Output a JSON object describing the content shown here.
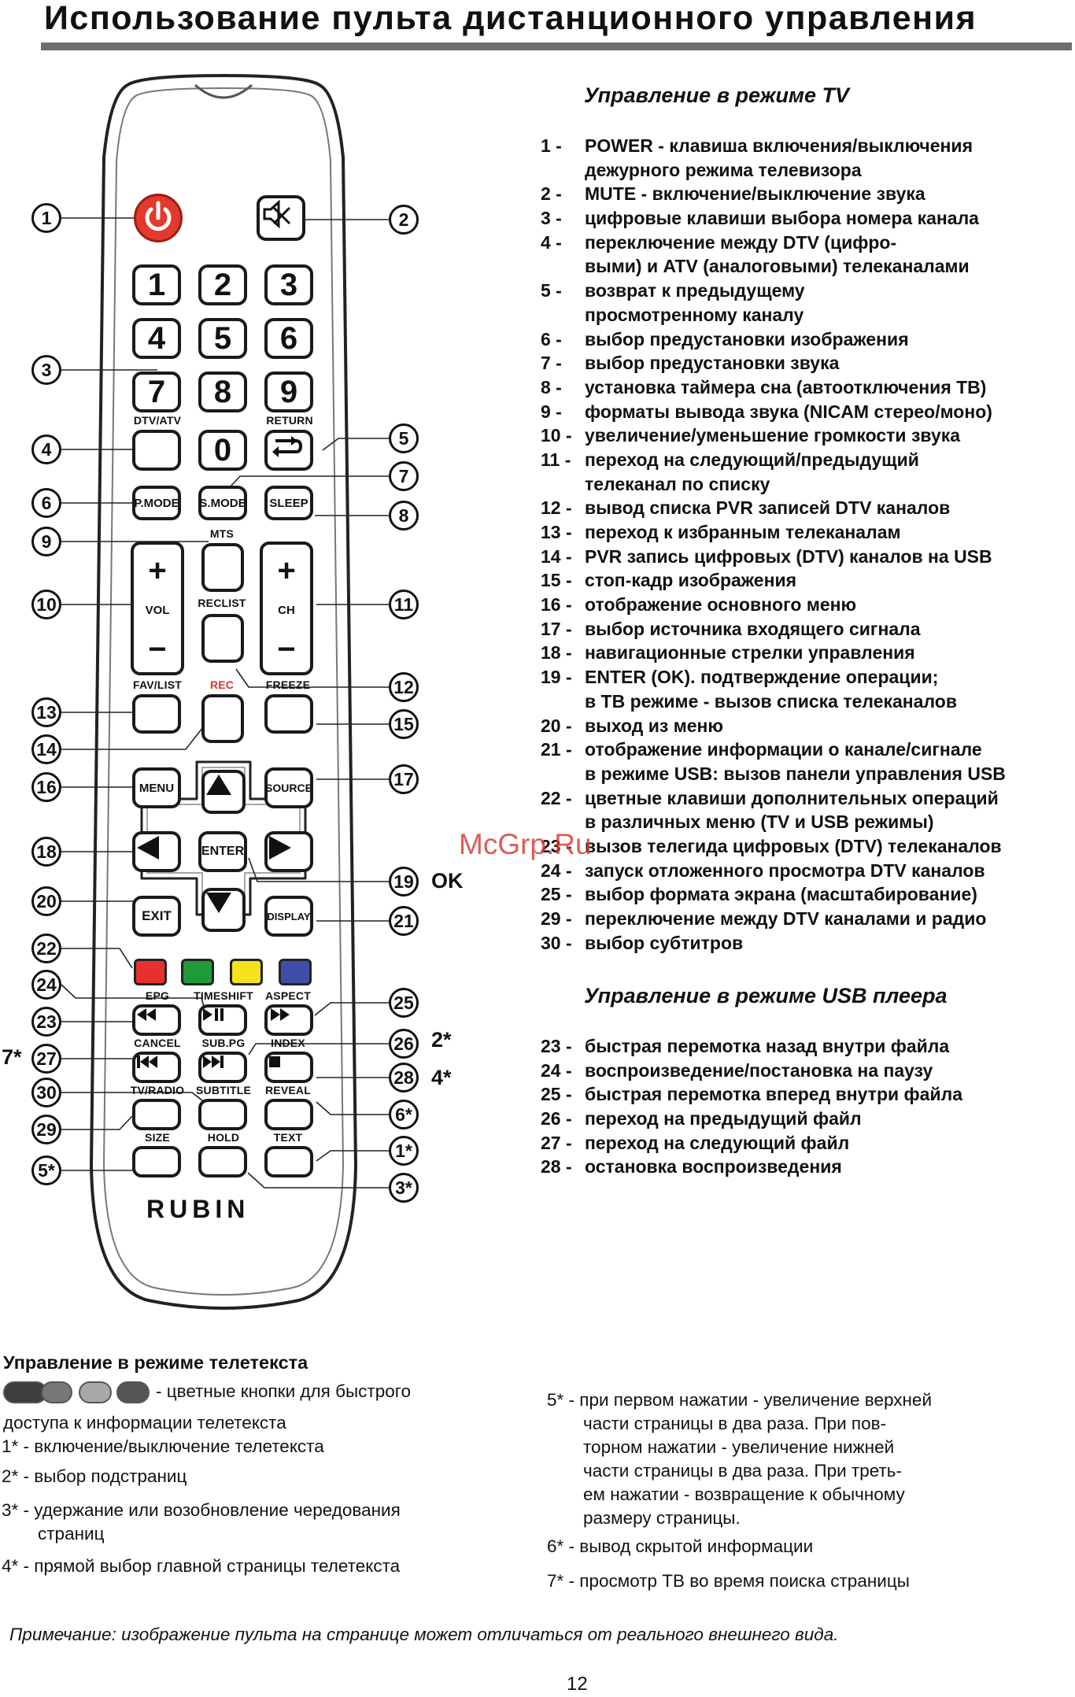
{
  "page": {
    "title": "Использование пульта дистанционного управления",
    "page_number": "12",
    "watermark": "McGrp.Ru",
    "note": "Примечание: изображение пульта на странице может отличаться от реального внешнего вида."
  },
  "remote": {
    "brand": "RUBIN",
    "digits": [
      "1",
      "2",
      "3",
      "4",
      "5",
      "6",
      "7",
      "8",
      "9",
      "0"
    ],
    "labels": {
      "dtv_atv": "DTV/ATV",
      "return": "RETURN",
      "pmode": "P.MODE",
      "smode": "S.MODE",
      "sleep": "SLEEP",
      "mts": "MTS",
      "reclist": "RECLIST",
      "vol": "VOL",
      "ch": "CH",
      "plus": "+",
      "minus": "−",
      "fav_list": "FAV/LIST",
      "rec": "REC",
      "freeze": "FREEZE",
      "menu": "MENU",
      "source": "SOURCE",
      "enter": "ENTER",
      "exit": "EXIT",
      "display": "DISPLAY",
      "epg": "EPG",
      "timeshift": "TIMESHIFT",
      "aspect": "ASPECT",
      "cancel": "CANCEL",
      "subpg": "SUB.PG",
      "index": "INDEX",
      "tv_radio": "TV/RADIO",
      "subtitle": "SUBTITLE",
      "reveal": "REVEAL",
      "size": "SIZE",
      "hold": "HOLD",
      "text": "TEXT"
    },
    "color_keys": [
      "#e8312f",
      "#1f9a3a",
      "#f3e21c",
      "#3f4fa8"
    ],
    "callouts_left": [
      "1",
      "3",
      "4",
      "6",
      "9",
      "10",
      "13",
      "14",
      "16",
      "18",
      "20",
      "22",
      "24",
      "23",
      "27",
      "30",
      "29"
    ],
    "callouts_left_extra": [
      "5*"
    ],
    "callouts_right": [
      "2",
      "5",
      "7",
      "8",
      "11",
      "12",
      "15",
      "17",
      "19",
      "21",
      "25",
      "26",
      "28",
      "6*",
      "1*",
      "3*"
    ],
    "ext_labels": {
      "ok": "OK",
      "two_star": "2*",
      "four_star": "4*",
      "seven_star": "7*"
    }
  },
  "tv_section": {
    "heading": "Управление в режиме TV",
    "items": [
      {
        "num": "1 -",
        "text": "POWER - клавиша включения/выключения"
      },
      {
        "num": "",
        "text": "дежурного режима телевизора"
      },
      {
        "num": "2 -",
        "text": "MUTE - включение/выключение звука"
      },
      {
        "num": "3 -",
        "text": "цифровые клавиши выбора номера канала"
      },
      {
        "num": "4 -",
        "text": "переключение между DTV (цифро-"
      },
      {
        "num": "",
        "text": "выми) и ATV (аналоговыми) телеканалами"
      },
      {
        "num": "5 -",
        "text": "возврат к предыдущему"
      },
      {
        "num": "",
        "text": "просмотренному каналу"
      },
      {
        "num": "6 -",
        "text": "выбор предустановки изображения"
      },
      {
        "num": "7 -",
        "text": "выбор предустановки звука"
      },
      {
        "num": "8 -",
        "text": "установка таймера сна (автоотключения ТВ)"
      },
      {
        "num": "9 -",
        "text": "форматы вывода звука (NICAM стерео/моно)"
      },
      {
        "num": "10 -",
        "text": "увеличение/уменьшение громкости звука"
      },
      {
        "num": "11 -",
        "text": "переход на следующий/предыдущий"
      },
      {
        "num": "",
        "text": "телеканал по списку"
      },
      {
        "num": "12 -",
        "text": "вывод списка PVR записей DTV каналов"
      },
      {
        "num": "13 -",
        "text": "переход к избранным телеканалам"
      },
      {
        "num": "14 -",
        "text": "PVR запись цифровых (DTV) каналов на USB"
      },
      {
        "num": "15 -",
        "text": "стоп-кадр изображения"
      },
      {
        "num": "16 -",
        "text": "отображение основного меню"
      },
      {
        "num": "17 -",
        "text": "выбор источника входящего сигнала"
      },
      {
        "num": "18 -",
        "text": "навигационные стрелки управления"
      },
      {
        "num": "19 -",
        "text": "ENTER (OK). подтверждение операции;"
      },
      {
        "num": "",
        "text": "в ТВ режиме - вызов списка телеканалов"
      },
      {
        "num": "20 -",
        "text": "выход из меню"
      },
      {
        "num": "21 -",
        "text": "отображение информации о канале/сигнале"
      },
      {
        "num": "",
        "text": "в режиме USB: вызов панели управления USB"
      },
      {
        "num": "22 -",
        "text": "цветные клавиши дополнительных операций"
      },
      {
        "num": "",
        "text": "в различных меню (TV и USB режимы)"
      },
      {
        "num": "23 -",
        "text": "вызов телегида цифровых (DTV) телеканалов"
      },
      {
        "num": "24 -",
        "text": "запуск отложенного просмотра DTV каналов"
      },
      {
        "num": "25 -",
        "text": "выбор формата экрана (масштабирование)"
      },
      {
        "num": "29 -",
        "text": "переключение между DTV каналами и радио"
      },
      {
        "num": "30 -",
        "text": "выбор субтитров"
      }
    ]
  },
  "usb_section": {
    "heading": "Управление в режиме USB плеера",
    "items": [
      {
        "num": "23 -",
        "text": "быстрая перемотка назад внутри файла"
      },
      {
        "num": "24 -",
        "text": "воспроизведение/постановка на паузу"
      },
      {
        "num": "25 -",
        "text": "быстрая перемотка вперед внутри файла"
      },
      {
        "num": "26 -",
        "text": "переход на предыдущий файл"
      },
      {
        "num": "27 -",
        "text": "переход на следующий файл"
      },
      {
        "num": "28 -",
        "text": "остановка воспроизведения"
      }
    ]
  },
  "teletext": {
    "heading": "Управление в режиме телетекста",
    "pill_colors": [
      "#3d3d3d",
      "#777777",
      "#a9a9a9",
      "#555555"
    ],
    "color_line": "- цветные кнопки для быстрого",
    "color_line2": "доступа к информации телетекста",
    "lines_left": [
      "1* - включение/выключение телетекста",
      "2* - выбор подстраниц",
      "3* - удержание или возобновление чередования",
      "страниц",
      "4* - прямой выбор главной страницы телетекста"
    ],
    "lines_right": [
      "5* - при первом нажатии - увеличение верхней",
      "части страницы в два раза. При пов-",
      "торном нажатии - увеличение нижней",
      "части страницы в два раза. При треть-",
      "ем нажатии - возвращение к обычному",
      "размеру страницы.",
      "6* - вывод скрытой информации",
      "7* - просмотр ТВ во время поиска страницы"
    ]
  }
}
